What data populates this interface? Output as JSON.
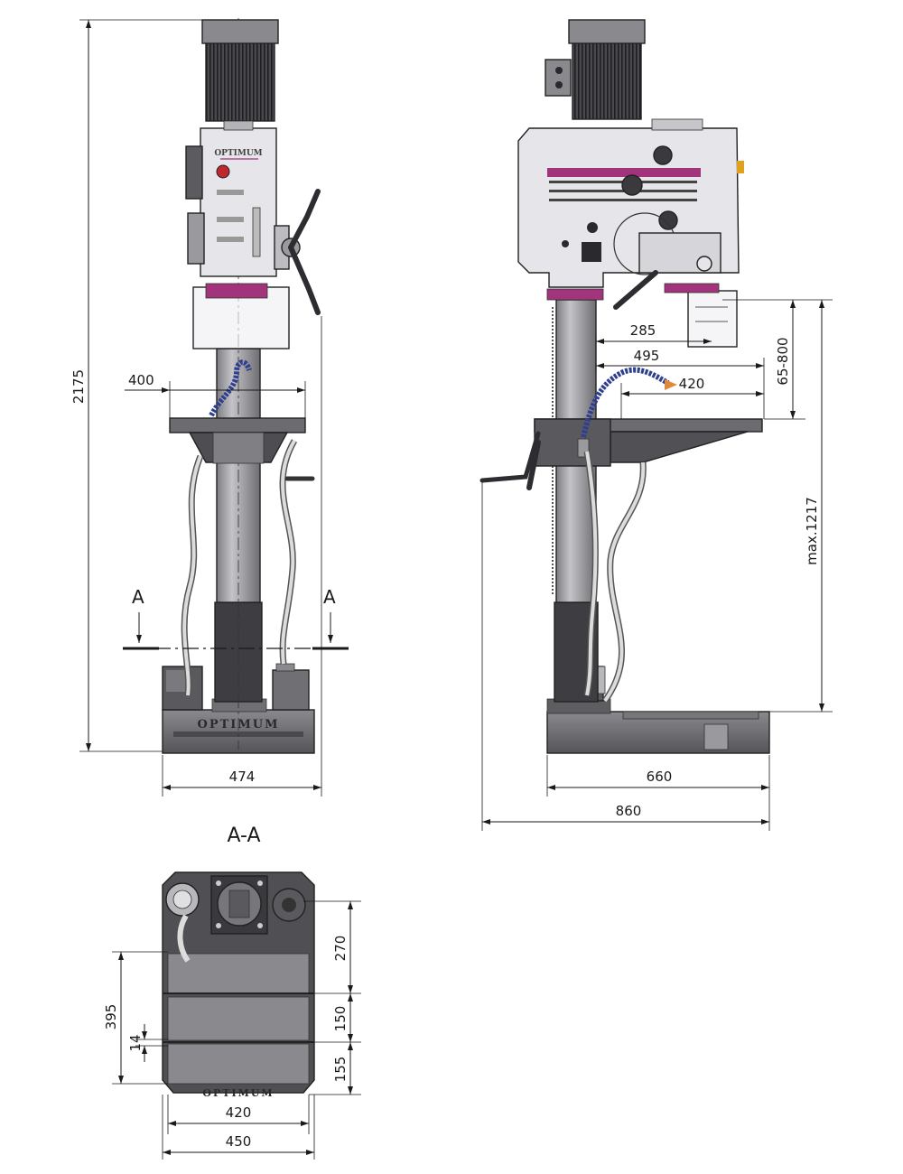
{
  "colors": {
    "body_light": "#e9e9ec",
    "body_mid": "#c9c9cd",
    "column": "#9c9ca0",
    "dark_grey": "#5c5c60",
    "base": "#6a6a6e",
    "accent_magenta": "#a2347c",
    "hose_grey": "#d4d4d4",
    "coolant_blue": "#2f3f8f",
    "nozzle_orange": "#e0893c",
    "line": "#1a1a1a"
  },
  "front_view": {
    "dim_total_height": "2175",
    "dim_table_width": "400",
    "dim_base_width": "474",
    "section_mark_left": "A",
    "section_mark_right": "A",
    "brand_base": "OPTIMUM",
    "brand_head": "OPTIMUM"
  },
  "side_view": {
    "dim_285": "285",
    "dim_495": "495",
    "dim_420": "420",
    "dim_stroke": "65-800",
    "dim_max_height": "max.1217",
    "dim_base_depth": "660",
    "dim_overall_depth": "860"
  },
  "section_view": {
    "title": "A-A",
    "dim_270": "270",
    "dim_150": "150",
    "dim_155": "155",
    "dim_395": "395",
    "dim_14": "14",
    "dim_420": "420",
    "dim_450": "450",
    "brand_base": "OPTIMUM"
  }
}
